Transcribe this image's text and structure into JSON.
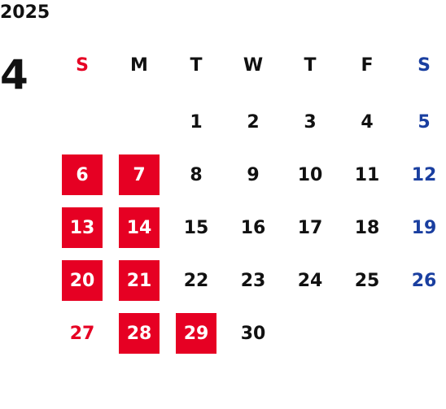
{
  "calendar": {
    "year": "2025",
    "month": "4",
    "weekdays": [
      "S",
      "M",
      "T",
      "W",
      "T",
      "F",
      "S"
    ],
    "colors": {
      "sunday": "#e60023",
      "saturday": "#1a3fa0",
      "highlight_bg": "#e60023",
      "highlight_text": "#ffffff",
      "text": "#111111"
    },
    "weeks": [
      [
        null,
        null,
        {
          "day": "1"
        },
        {
          "day": "2"
        },
        {
          "day": "3"
        },
        {
          "day": "4"
        },
        {
          "day": "5"
        }
      ],
      [
        {
          "day": "6",
          "highlight": true
        },
        {
          "day": "7",
          "highlight": true
        },
        {
          "day": "8"
        },
        {
          "day": "9"
        },
        {
          "day": "10"
        },
        {
          "day": "11"
        },
        {
          "day": "12"
        }
      ],
      [
        {
          "day": "13",
          "highlight": true
        },
        {
          "day": "14",
          "highlight": true
        },
        {
          "day": "15"
        },
        {
          "day": "16"
        },
        {
          "day": "17"
        },
        {
          "day": "18"
        },
        {
          "day": "19"
        }
      ],
      [
        {
          "day": "20",
          "highlight": true
        },
        {
          "day": "21",
          "highlight": true
        },
        {
          "day": "22"
        },
        {
          "day": "23"
        },
        {
          "day": "24"
        },
        {
          "day": "25"
        },
        {
          "day": "26"
        }
      ],
      [
        {
          "day": "27"
        },
        {
          "day": "28",
          "highlight": true
        },
        {
          "day": "29",
          "highlight": true
        },
        {
          "day": "30"
        },
        null,
        null,
        null
      ]
    ]
  }
}
